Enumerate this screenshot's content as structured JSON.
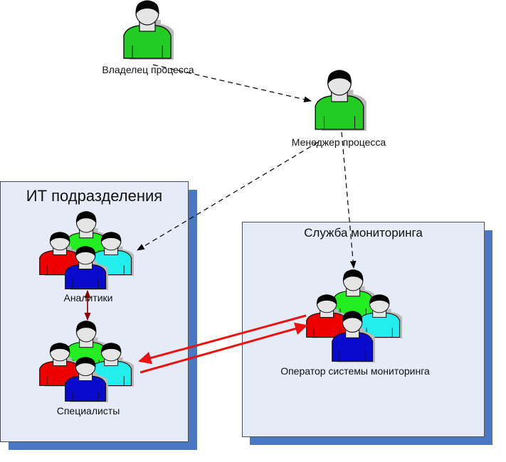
{
  "diagram": {
    "roles": {
      "owner": "Владелец процесса",
      "manager": "Менеджер процесса",
      "analysts": "Аналитики",
      "specialists": "Специалисты",
      "operator": "Оператор системы мониторинга"
    },
    "containers": {
      "it_departments": "ИТ подразделения",
      "monitoring_service": "Служба мониторинга"
    },
    "connections": [
      {
        "from": "owner",
        "to": "manager",
        "style": "dashed",
        "color": "#000000"
      },
      {
        "from": "manager",
        "to": "analysts",
        "style": "dashed",
        "color": "#000000"
      },
      {
        "from": "manager",
        "to": "operator",
        "style": "dashed",
        "color": "#000000"
      },
      {
        "from": "analysts",
        "to": "specialists",
        "style": "solid-bidirectional",
        "color": "#8b0000"
      },
      {
        "from": "operator",
        "to": "specialists",
        "style": "solid",
        "color": "#ee1111"
      },
      {
        "from": "specialists",
        "to": "operator",
        "style": "solid",
        "color": "#ee1111"
      }
    ],
    "colors": {
      "box_fill": "#e6ecf7",
      "box_shadow": "#4a78c2",
      "person_green": "#22cc22",
      "person_red": "#ee0000",
      "person_cyan": "#22eeee",
      "person_blue": "#0a0acc"
    }
  }
}
